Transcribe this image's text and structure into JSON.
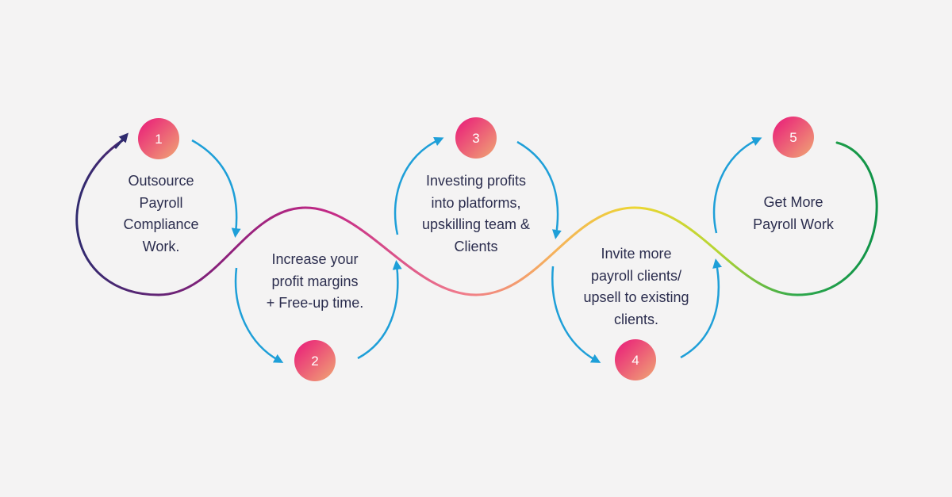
{
  "steps": [
    {
      "number": "1",
      "text": "Outsource\nPayroll\nCompliance\nWork."
    },
    {
      "number": "2",
      "text": "Increase your\nprofit margins\n+ Free-up time."
    },
    {
      "number": "3",
      "text": "Investing profits\ninto platforms,\nupskilling team &\nClients"
    },
    {
      "number": "4",
      "text": "Invite more\npayroll clients/\nupsell to existing\nclients."
    },
    {
      "number": "5",
      "text": "Get More\nPayroll Work"
    }
  ],
  "colors": {
    "background": "#f4f3f3",
    "text": "#2b2d4e",
    "arrow": "#1e9fd8",
    "badge_from": "#e9177a",
    "badge_to": "#f0a874",
    "wave_stops": [
      "#2f2a6e",
      "#8a1f7a",
      "#c42a86",
      "#f07a8c",
      "#f5b35a",
      "#ecd632",
      "#b6d533",
      "#2fa84c",
      "#0e9247"
    ]
  }
}
